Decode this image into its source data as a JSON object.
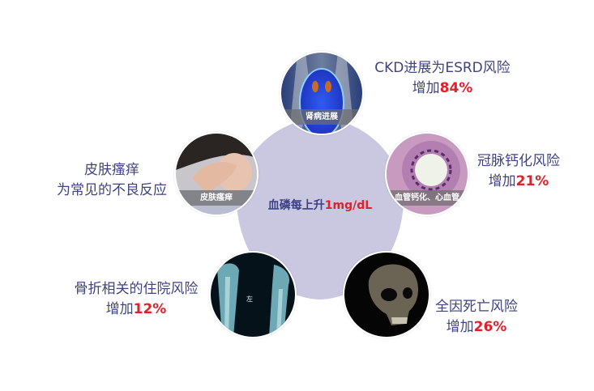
{
  "center": {
    "prefix": "血磷每上升",
    "value": "1mg/dL"
  },
  "nodes": [
    {
      "id": "ckd",
      "image": "kidney-illustration",
      "caption": "肾病进展",
      "line1": "CKD进展为ESRD风险",
      "line2_prefix": "增加",
      "percent": "84%"
    },
    {
      "id": "coronary",
      "image": "calcified-artery-histology",
      "caption": "血管钙化、心血管",
      "line1": "冠脉钙化风险",
      "line2_prefix": "增加",
      "percent": "21%"
    },
    {
      "id": "mortality",
      "image": "skull",
      "line1": "全因死亡风险",
      "line2_prefix": "增加",
      "percent": "26%"
    },
    {
      "id": "fracture",
      "image": "bone-xray",
      "xray_marker": "左",
      "line1": "骨折相关的住院风险",
      "line2_prefix": "增加",
      "percent": "12%"
    },
    {
      "id": "pruritus",
      "image": "person-scratching-neck",
      "caption": "皮肤瘙痒",
      "line1": "皮肤瘙痒",
      "line2": "为常见的不良反应"
    }
  ],
  "colors": {
    "pentagon": "#c9c8e0",
    "text": "#3f4380",
    "highlight": "#e0202a"
  }
}
